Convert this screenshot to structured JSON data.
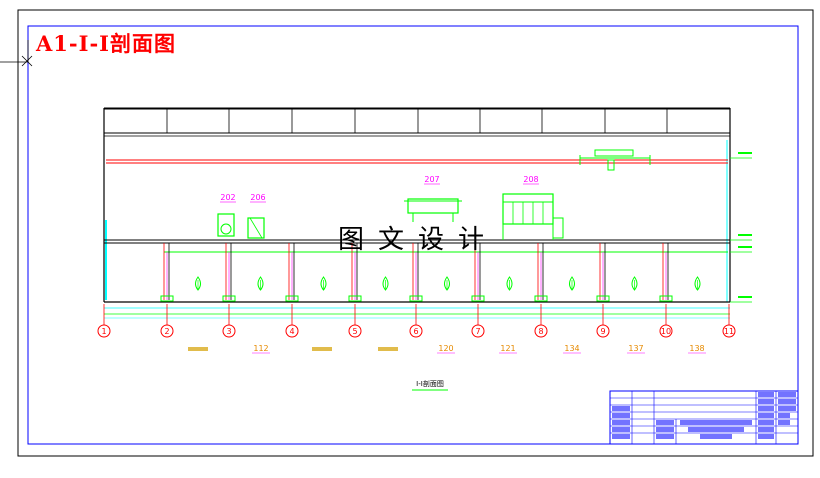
{
  "title": "A1-Ⅰ-Ⅰ剖面图",
  "watermark": "图文设计",
  "sub_caption": "Ⅰ-Ⅰ剖面图",
  "equipment_tags": [
    "202",
    "206",
    "207",
    "208"
  ],
  "axis_numbers": [
    "1",
    "2",
    "3",
    "4",
    "5",
    "6",
    "7",
    "8",
    "9",
    "10",
    "11"
  ],
  "room_numbers": [
    "112",
    "120",
    "121",
    "134",
    "137",
    "138"
  ],
  "colors": {
    "frame": "#0000ff",
    "red": "#ff0000",
    "green": "#00ff00",
    "magenta": "#ff00ff",
    "cyan": "#00ffff",
    "yellow": "#ffff00"
  }
}
